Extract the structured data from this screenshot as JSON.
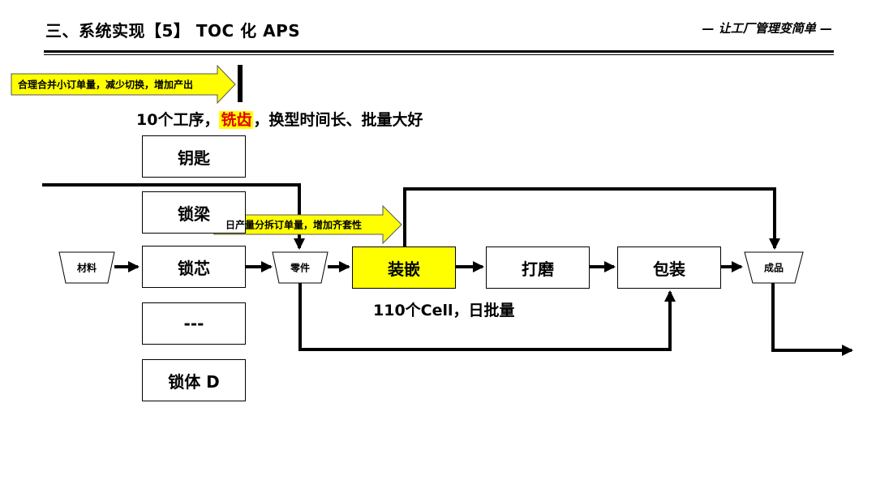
{
  "header": {
    "title": "三、系统实现【5】 TOC 化 APS",
    "slogan": "— 让工厂管理变简单 —"
  },
  "callouts": {
    "top_arrow": "合理合并小订单量，减少切换，增加产出",
    "mid_arrow": "日产量分拆订单量，增加齐套性"
  },
  "notes": {
    "process_prefix": "10个工序，",
    "process_highlight": "铣齿",
    "process_suffix": "，换型时间长、批量大好",
    "cell_note": "110个Cell，日批量"
  },
  "parts": [
    "钥匙",
    "锁梁",
    "锁芯",
    "---",
    "锁体 D"
  ],
  "buffers": {
    "material": "材料",
    "component": "零件",
    "finished": "成品"
  },
  "steps": {
    "inlay": "装嵌",
    "polish": "打磨",
    "pack": "包装"
  },
  "colors": {
    "highlight": "#ffff00",
    "emphasis_text": "#e00000",
    "line": "#000000"
  }
}
